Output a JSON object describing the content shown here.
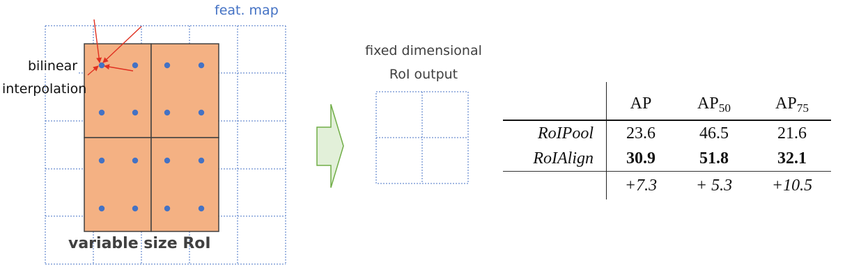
{
  "left_diagram": {
    "feat_map_label": "feat. map",
    "bilinear_label": "bilinear",
    "interpolation_label": "interpolation",
    "roi_label": "variable size RoI",
    "colors": {
      "grid": "#4472c4",
      "roi_fill": "#f4b183",
      "roi_border": "#404040",
      "points": "#4472c4",
      "arrows": "#e03020"
    }
  },
  "arrow": {
    "fill": "#e2f0d9",
    "stroke": "#70ad47"
  },
  "right_diagram": {
    "title_line1": "fixed dimensional",
    "title_line2": "RoI output",
    "colors": {
      "grid": "#4472c4"
    }
  },
  "table": {
    "headers": [
      {
        "base": "AP",
        "sub": ""
      },
      {
        "base": "AP",
        "sub": "50"
      },
      {
        "base": "AP",
        "sub": "75"
      }
    ],
    "rows": [
      {
        "label": "RoIPool",
        "values": [
          "23.6",
          "46.5",
          "21.6"
        ],
        "bold": false,
        "italic_values": false
      },
      {
        "label": "RoIAlign",
        "values": [
          "30.9",
          "51.8",
          "32.1"
        ],
        "bold": true,
        "italic_values": false
      },
      {
        "label": "",
        "values": [
          "+7.3",
          "+ 5.3",
          "+10.5"
        ],
        "bold": false,
        "italic_values": true
      }
    ]
  }
}
